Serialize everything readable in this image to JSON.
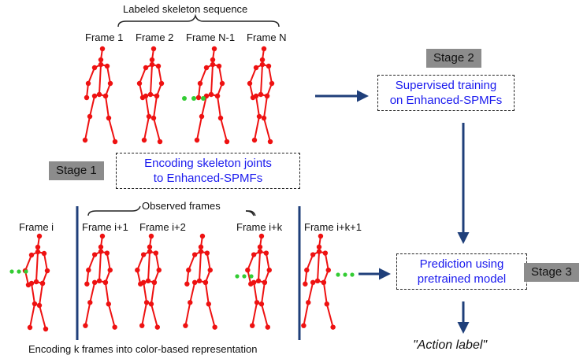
{
  "top": {
    "title": "Labeled skeleton sequence",
    "frames": [
      "Frame 1",
      "Frame 2",
      "Frame N-1",
      "Frame N"
    ]
  },
  "stage1": {
    "tag": "Stage 1",
    "box_line1": "Encoding  skeleton joints",
    "box_line2": "to Enhanced-SPMFs"
  },
  "stage2": {
    "tag": "Stage 2",
    "box_line1": "Supervised training",
    "box_line2": "on Enhanced-SPMFs"
  },
  "stage3": {
    "tag": "Stage 3",
    "box_line1": "Prediction using",
    "box_line2": "pretrained model"
  },
  "bottom": {
    "frame_i": "Frame i",
    "observed": "Observed frames",
    "frame_i1": "Frame i+1",
    "frame_i2": "Frame i+2",
    "frame_ik": "Frame i+k",
    "frame_ik1": "Frame i+k+1",
    "caption": "Encoding k frames into color-based representation"
  },
  "output": {
    "label": "\"Action label\""
  },
  "colors": {
    "skeleton": "#ee1111",
    "dots": "#33cc33",
    "arrow": "#1f3f7a",
    "box_text": "#1a1aee",
    "stage_tag": "#8c8c8c"
  }
}
